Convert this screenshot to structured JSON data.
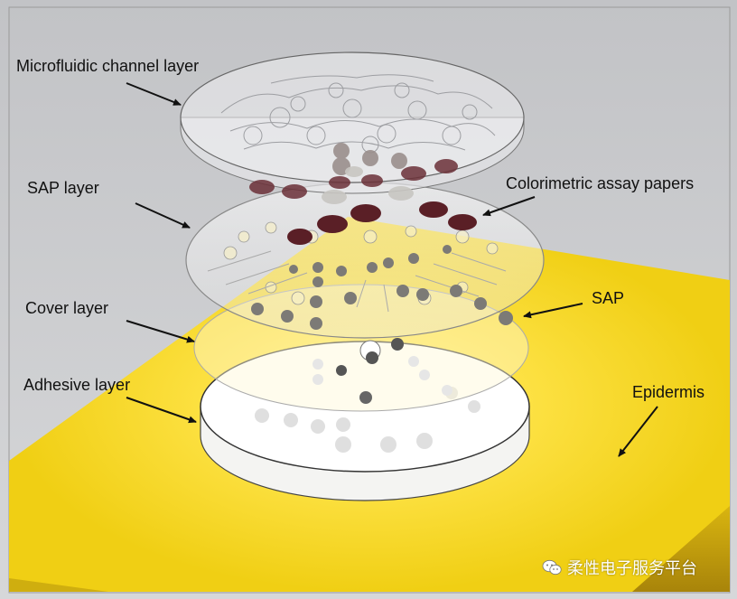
{
  "labels": {
    "microfluidic": "Microfluidic channel layer",
    "sap_layer": "SAP layer",
    "cover": "Cover layer",
    "adhesive": "Adhesive layer",
    "colorimetric": "Colorimetric assay papers",
    "sap": "SAP",
    "epidermis": "Epidermis"
  },
  "watermark": {
    "text": "柔性电子服务平台",
    "icon": "wechat-icon"
  },
  "colors": {
    "background": "#c9cacd",
    "epidermis": "#f2d21a",
    "epidermis_edge": "#c9a40c",
    "assay_dark": "#5a1f26",
    "sap_grey": "#8e8c86"
  }
}
